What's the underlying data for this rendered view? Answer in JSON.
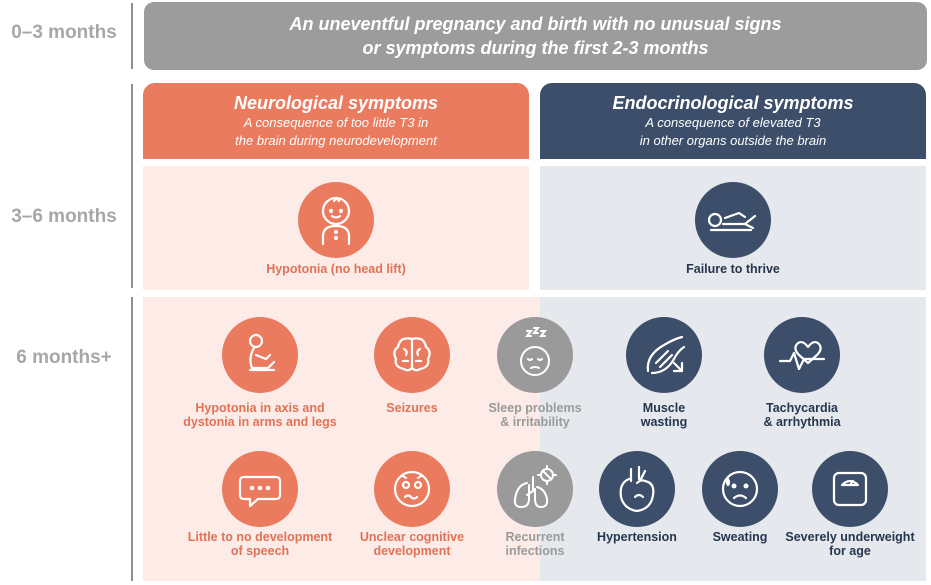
{
  "time_labels": [
    "0–3 months",
    "3–6 months",
    "6 months+"
  ],
  "banner": {
    "line1": "An uneventful pregnancy and birth with no unusual signs",
    "line2": "or symptoms during the first 2-3 months"
  },
  "neuro": {
    "title": "Neurological symptoms",
    "sub1": "A consequence of too little T3 in",
    "sub2": "the brain during neurodevelopment"
  },
  "endo": {
    "title": "Endocrinological symptoms",
    "sub1": "A consequence of elevated T3",
    "sub2": "in other organs outside the brain"
  },
  "symptoms_3_6": {
    "hypotonia": "Hypotonia (no head lift)",
    "failure": "Failure to thrive"
  },
  "symptoms_6plus": {
    "axis_l1": "Hypotonia in axis and",
    "axis_l2": "dystonia in arms and legs",
    "seizures": "Seizures",
    "sleep_l1": "Sleep problems",
    "sleep_l2": "& irritability",
    "muscle_l1": "Muscle",
    "muscle_l2": "wasting",
    "tachy_l1": "Tachycardia",
    "tachy_l2": "& arrhythmia",
    "speech_l1": "Little to no development",
    "speech_l2": "of speech",
    "cog_l1": "Unclear cognitive",
    "cog_l2": "development",
    "inf_l1": "Recurrent",
    "inf_l2": "infections",
    "hypertension": "Hypertension",
    "sweating": "Sweating",
    "under_l1": "Severely underweight",
    "under_l2": "for age"
  },
  "colors": {
    "neuro": "#eb7b5f",
    "endo": "#3c4e6a",
    "grey": "#9a9a9a",
    "neuro_bg": "#fcebe6",
    "endo_bg": "#e5e8ed"
  },
  "icons": [
    "baby-face-icon",
    "infant-lying-icon",
    "sitting-child-icon",
    "brain-icon",
    "sleeping-face-icon",
    "muscle-icon",
    "heart-pulse-icon",
    "speech-bubble-icon",
    "confused-face-icon",
    "lungs-virus-icon",
    "heart-icon",
    "sweating-face-icon",
    "scale-icon"
  ]
}
